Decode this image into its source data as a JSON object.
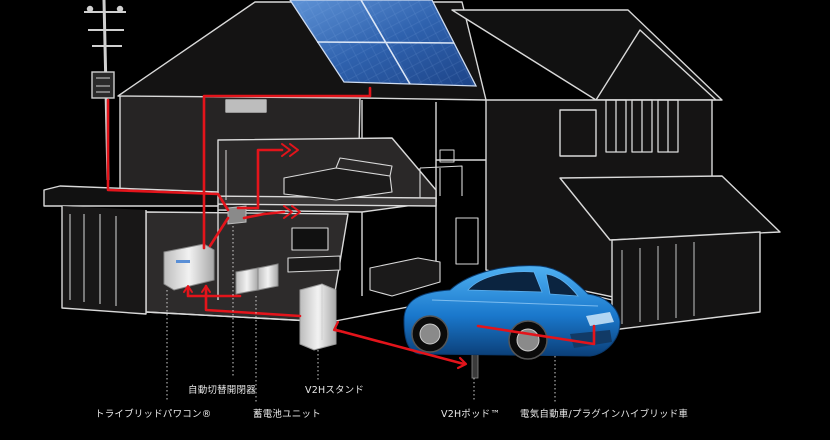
{
  "colors": {
    "background": "#000000",
    "outline": "#d9d9d9",
    "wall_fill": "#2b2929",
    "power_line": "#e3141b",
    "solar_panel": "#3a6fb8",
    "car_body": "#1f7fd0"
  },
  "labels": {
    "auto_switch": "自動切替開閉器",
    "v2h_stand": "V2Hスタンド",
    "tri_hybrid": "トライブリッドパワコン®",
    "storage_unit": "蓄電池ユニット",
    "v2h_pod": "V2Hポッド™",
    "ev_phev": "電気自動車/プラグインハイブリッド車"
  }
}
